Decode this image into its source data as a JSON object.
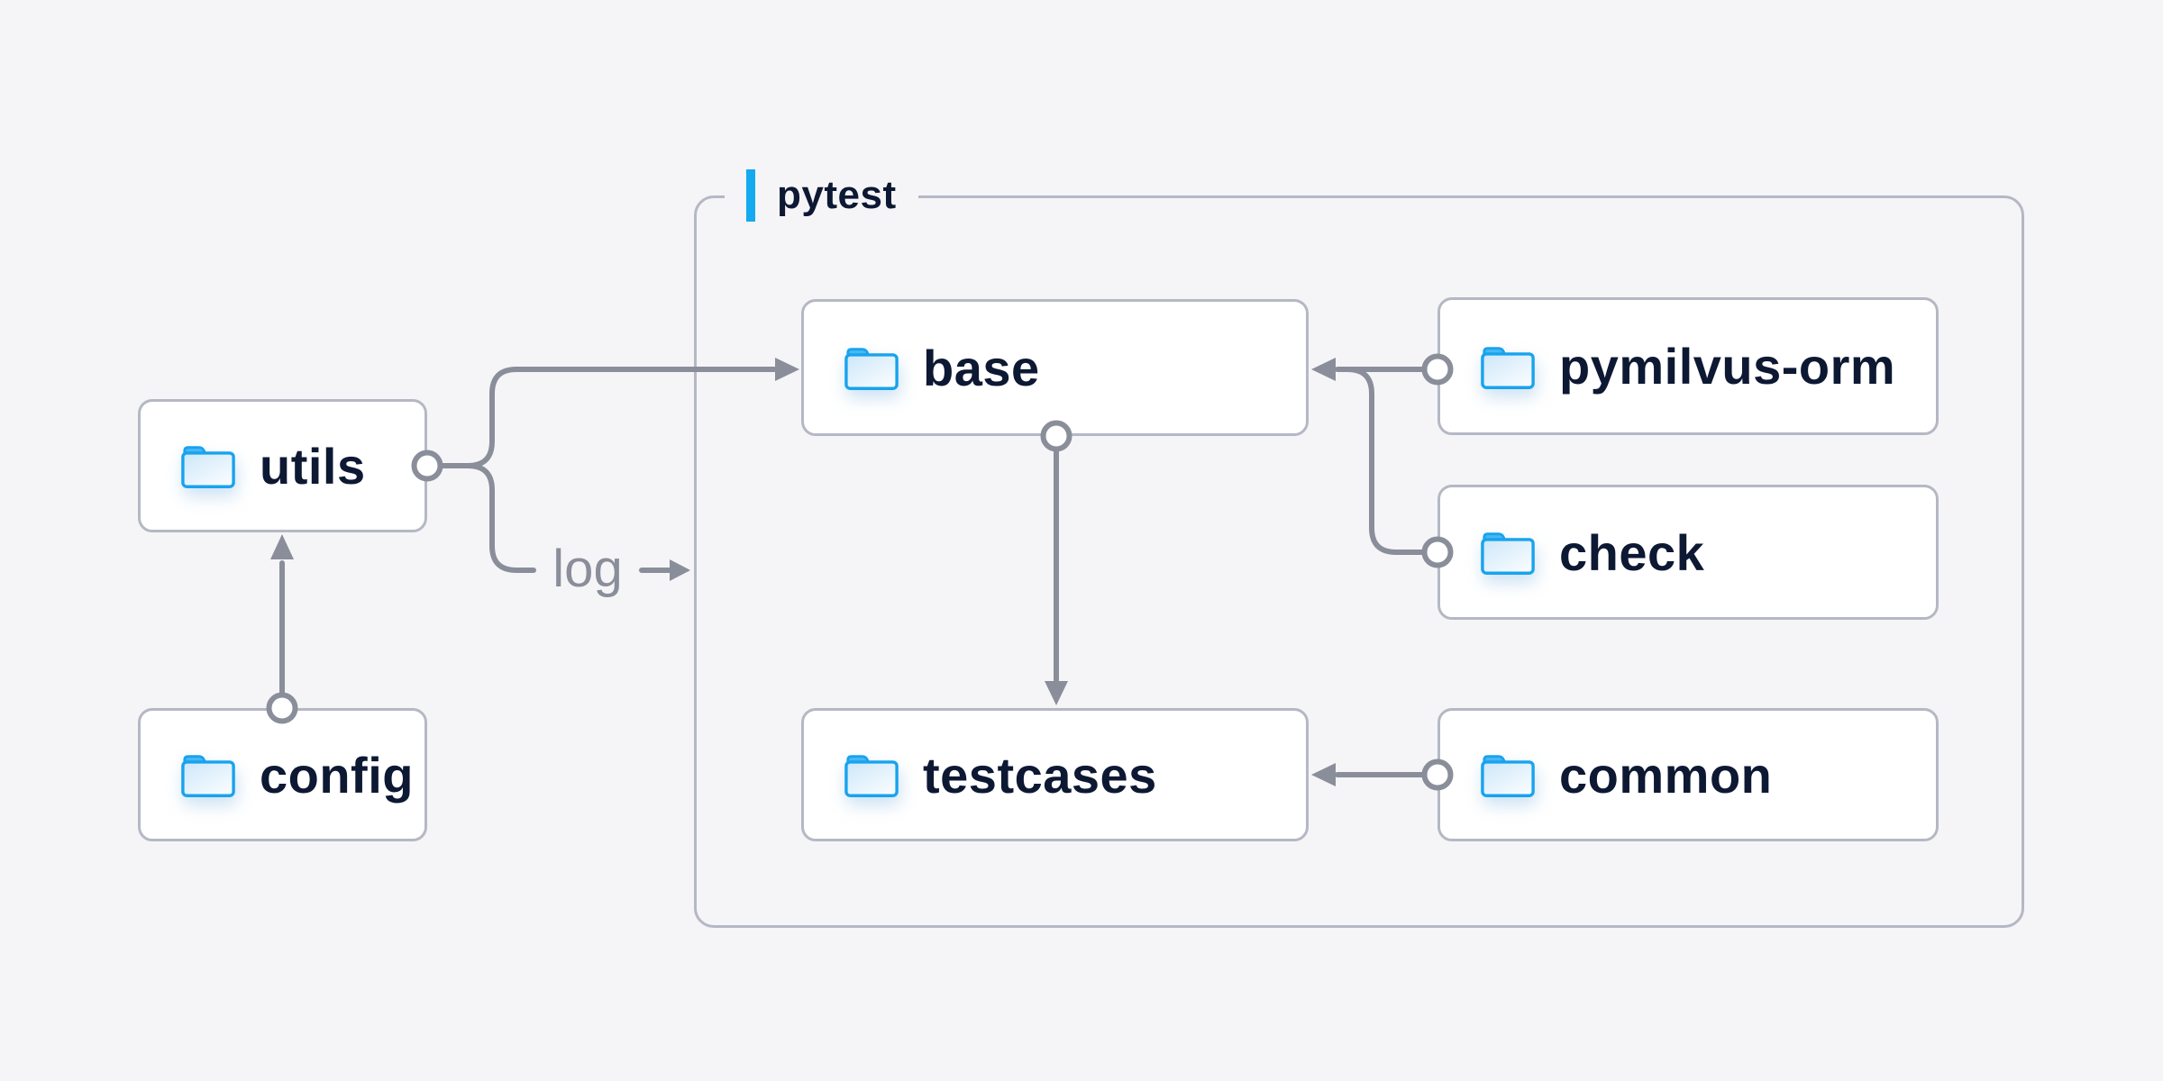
{
  "diagram": {
    "container": {
      "label": "pytest"
    },
    "nodes": {
      "utils": {
        "label": "utils",
        "icon": "folder-icon"
      },
      "config": {
        "label": "config",
        "icon": "folder-icon"
      },
      "base": {
        "label": "base",
        "icon": "folder-icon"
      },
      "testcases": {
        "label": "testcases",
        "icon": "folder-icon"
      },
      "pymilvus_orm": {
        "label": "pymilvus-orm",
        "icon": "folder-icon"
      },
      "check": {
        "label": "check",
        "icon": "folder-icon"
      },
      "common": {
        "label": "common",
        "icon": "folder-icon"
      }
    },
    "edge_label": "log",
    "edges": [
      {
        "from": "config",
        "to": "utils"
      },
      {
        "from": "utils",
        "to": "base"
      },
      {
        "from": "utils",
        "to": "pytest-group",
        "label": "log"
      },
      {
        "from": "base",
        "to": "testcases"
      },
      {
        "from": "pymilvus-orm",
        "to": "base"
      },
      {
        "from": "check",
        "to": "base"
      },
      {
        "from": "common",
        "to": "testcases"
      }
    ],
    "colors": {
      "background": "#f5f5f7",
      "node_fill": "#ffffff",
      "node_border": "#b5b8c4",
      "connector": "#8a8e9a",
      "node_text": "#0d1833",
      "edge_label_text": "#8a8e9a",
      "accent_blue": "#14aaf0",
      "folder_outline": "#18a3ee"
    }
  }
}
